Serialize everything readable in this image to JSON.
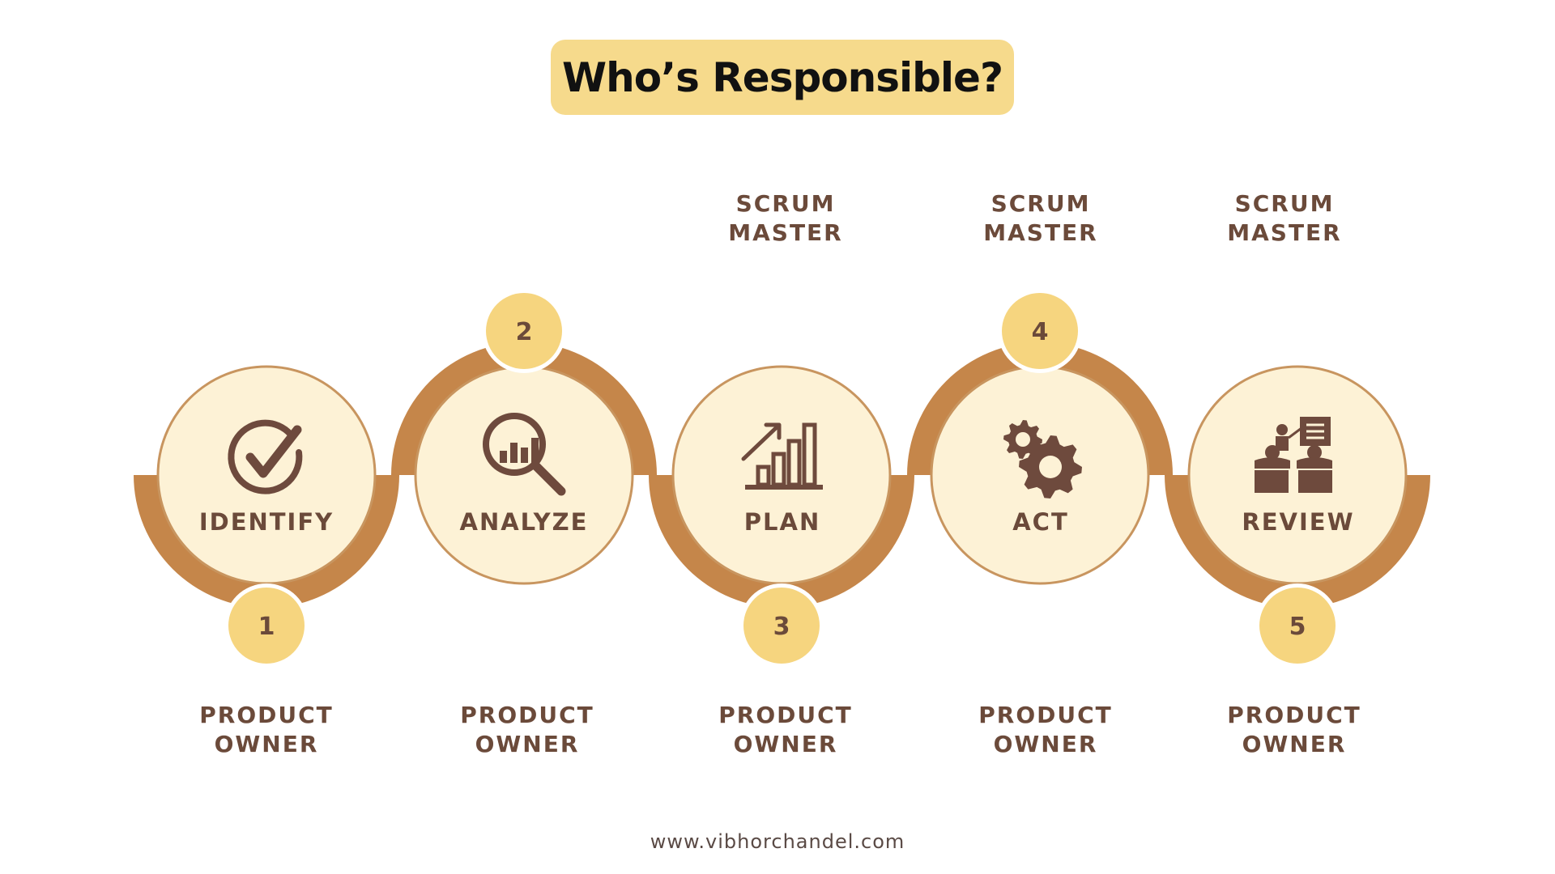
{
  "title": "Who’s Responsible?",
  "footer": "www.vibhorchandel.com",
  "colors": {
    "band": "#c5864a",
    "circle_fill": "#fdf2d6",
    "circle_stroke": "#c8955f",
    "badge": "#f6d57f",
    "title_bg": "#f6da8c",
    "text_brown": "#6b4a3a",
    "icon_brown": "#6e4a3d"
  },
  "steps": [
    {
      "number": "1",
      "label": "IDENTIFY",
      "icon": "checkmark-circle-icon",
      "top_role": [],
      "bottom_role": [
        "PRODUCT",
        "OWNER"
      ]
    },
    {
      "number": "2",
      "label": "ANALYZE",
      "icon": "magnifier-chart-icon",
      "top_role": [],
      "bottom_role": [
        "PRODUCT",
        "OWNER"
      ]
    },
    {
      "number": "3",
      "label": "PLAN",
      "icon": "growth-chart-icon",
      "top_role": [
        "SCRUM",
        "MASTER"
      ],
      "bottom_role": [
        "PRODUCT",
        "OWNER"
      ]
    },
    {
      "number": "4",
      "label": "ACT",
      "icon": "gears-icon",
      "top_role": [
        "SCRUM",
        "MASTER"
      ],
      "bottom_role": [
        "PRODUCT",
        "OWNER"
      ]
    },
    {
      "number": "5",
      "label": "REVIEW",
      "icon": "presentation-meeting-icon",
      "top_role": [
        "SCRUM",
        "MASTER"
      ],
      "bottom_role": [
        "PRODUCT",
        "OWNER"
      ]
    }
  ]
}
